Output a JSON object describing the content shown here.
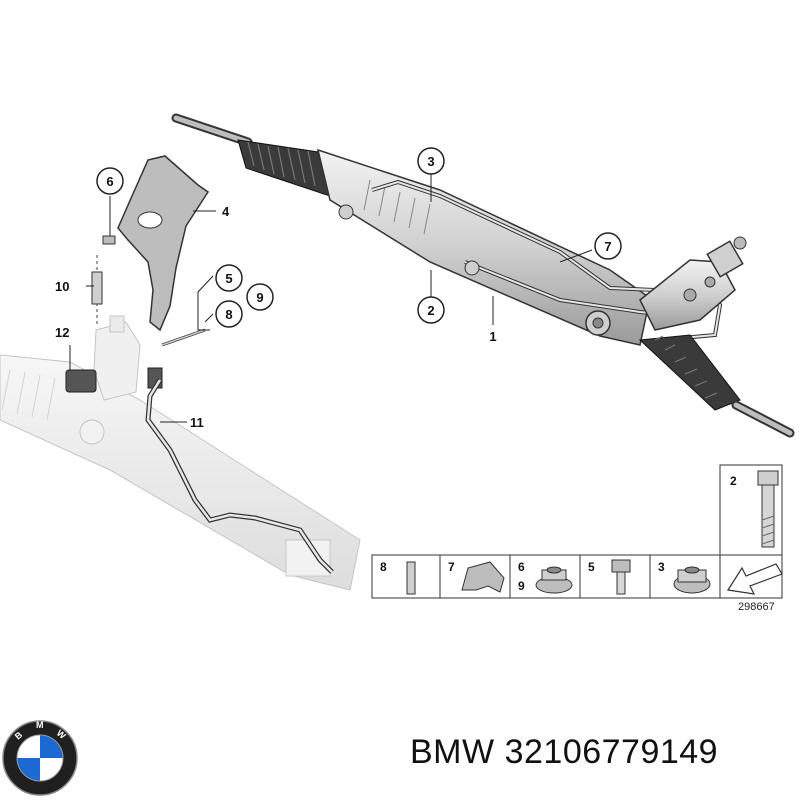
{
  "callouts": {
    "c1": "1",
    "c2": "2",
    "c3": "3",
    "c4": "4",
    "c5": "5",
    "c6": "6",
    "c7": "7",
    "c8": "8",
    "c9": "9",
    "c10": "10",
    "c11": "11",
    "c12": "12"
  },
  "parts_table": {
    "cells": [
      "8",
      "7",
      "6",
      "9",
      "5",
      "3"
    ],
    "bolt_label": "2"
  },
  "diagram_ref": "298667",
  "footer": {
    "brand": "BMW",
    "part_number": "32106779149"
  },
  "colors": {
    "line": "#222222",
    "part_fill": "#d9d9d9",
    "faded_fill": "#ececec",
    "bmw_blue": "#1c69d4"
  }
}
